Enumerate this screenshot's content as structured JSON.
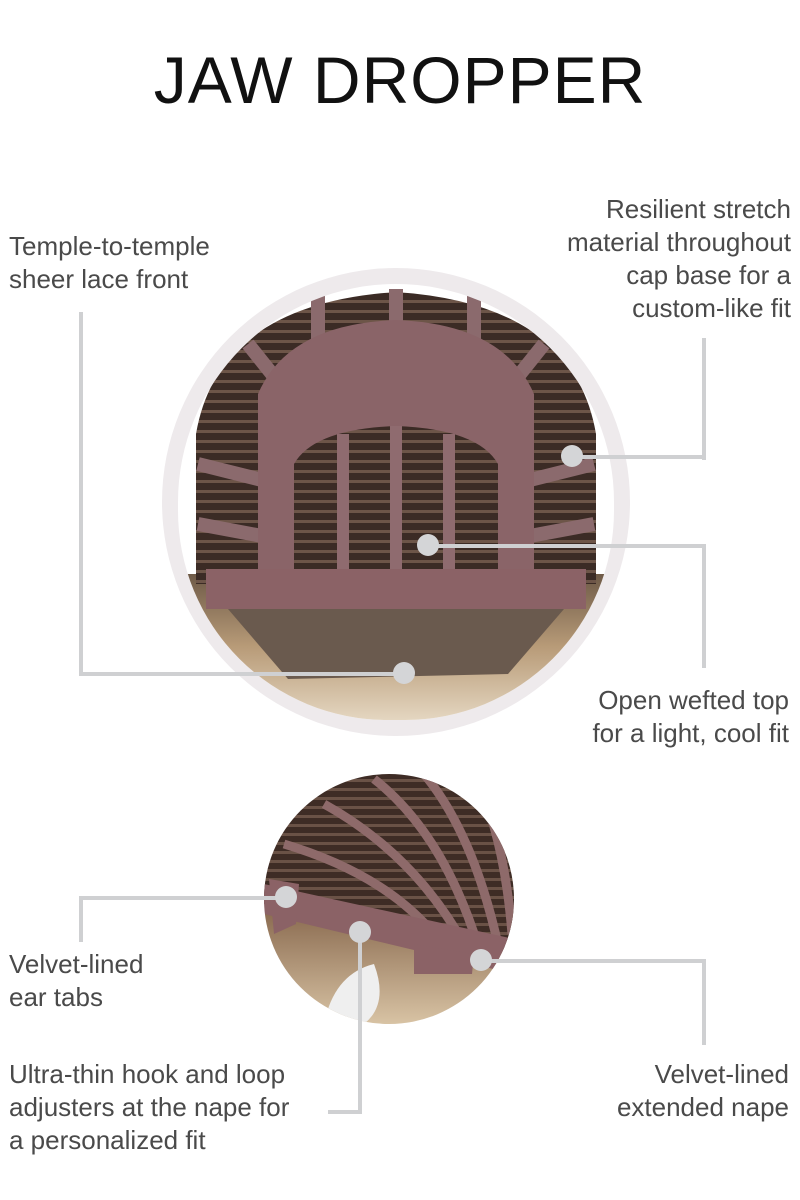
{
  "title": "JAW DROPPER",
  "colors": {
    "callout_line": "#cfd0d2",
    "callout_dot": "#d4d5d7",
    "text": "#4a4a4a",
    "cap_mesh": "#8a6468",
    "cap_weft_dark": "#3a2a24",
    "hair_light": "#c8ad88",
    "halo": "#eeeaec"
  },
  "top_view": {
    "image_label": "wig-cap-interior-top-view",
    "callouts": [
      {
        "id": "lace-front",
        "text": "Temple-to-temple\nsheer lace front"
      },
      {
        "id": "stretch-material",
        "text": "Resilient stretch\nmaterial throughout\ncap base for a\ncustom-like fit"
      },
      {
        "id": "open-wefted-top",
        "text": "Open wefted top\nfor a light, cool fit"
      }
    ]
  },
  "back_view": {
    "image_label": "wig-cap-interior-back-view",
    "callouts": [
      {
        "id": "ear-tabs",
        "text": "Velvet-lined\near tabs"
      },
      {
        "id": "adjusters",
        "text": "Ultra-thin hook and loop\nadjusters at the nape for\na personalized fit"
      },
      {
        "id": "extended-nape",
        "text": "Velvet-lined\nextended nape"
      }
    ]
  }
}
